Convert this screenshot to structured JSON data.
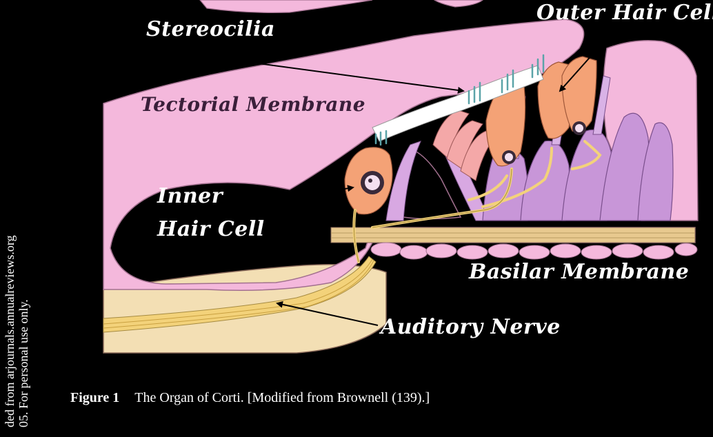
{
  "labels": {
    "stereocilia": "Stereocilia",
    "outer_hair_cell": "Outer Hair Cell",
    "tectorial_membrane": "Tectorial Membrane",
    "inner_hair_cell_line1": "Inner",
    "inner_hair_cell_line2": "Hair Cell",
    "basilar_membrane": "Basilar Membrane",
    "auditory_nerve": "Auditory Nerve"
  },
  "caption": {
    "figure_number": "Figure 1",
    "text": "The Organ of Corti. [Modified from Brownell (139).]"
  },
  "side_notice": {
    "line1": "ded from arjournals.annualreviews.org",
    "line2": "05. For personal use only."
  },
  "colors": {
    "background": "#000000",
    "tissue_pink": "#f4b8dc",
    "tissue_light": "#f9d3ea",
    "support_cell_purple": "#c896d8",
    "hair_cell_orange": "#f4a276",
    "nerve_yellow": "#f3d27a",
    "basilar_tan": "#e8c98f",
    "stereocilia_teal": "#5ba3a8"
  }
}
